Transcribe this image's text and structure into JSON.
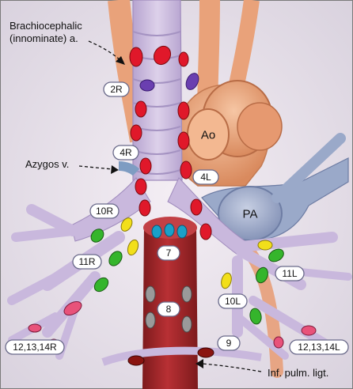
{
  "callouts": {
    "brachiocephalic_line1": "Brachiocephalic",
    "brachiocephalic_line2": "(innominate) a.",
    "azygos": "Azygos v.",
    "inf_pulm_ligt": "Inf. pulm. ligt."
  },
  "vessels": {
    "aorta": "Ao",
    "pulmonary_artery": "PA"
  },
  "stations": {
    "s2R": "2R",
    "s4R": "4R",
    "s4L": "4L",
    "s10R": "10R",
    "s7": "7",
    "s11R": "11R",
    "s11L": "11L",
    "s8": "8",
    "s10L": "10L",
    "s9": "9",
    "s12R": "12,13,14R",
    "s12L": "12,13,14L"
  },
  "colors": {
    "node_red": "#e0182a",
    "node_purple": "#6a3fb0",
    "node_yellow": "#f2df1a",
    "node_green": "#35b52c",
    "node_teal": "#1aa0c8",
    "node_gray": "#9a9a9a",
    "node_pink": "#e8527a",
    "node_darkred": "#8a1410",
    "airway": "#c9b8dd",
    "aorta": "#e9a27a",
    "pulmonary_artery": "#9aa9c9",
    "esophagus": "#a8282c"
  }
}
